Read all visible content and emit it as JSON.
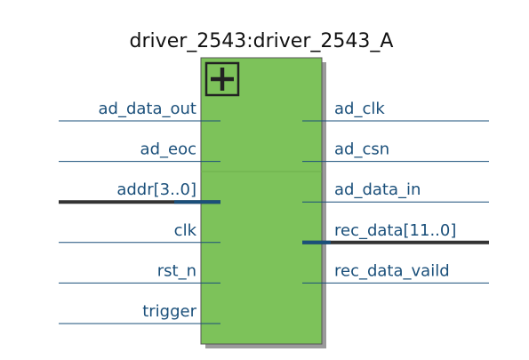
{
  "block": {
    "title": "driver_2543:driver_2543_A",
    "expand_symbol": "+",
    "fill_color": "#7dc25a",
    "shadow_color": "#9a9a9a"
  },
  "colors": {
    "wire": "#1a4f7a",
    "bus": "#333333",
    "label": "#1a4f7a"
  },
  "inputs": [
    {
      "name": "ad_data_out",
      "bus": false
    },
    {
      "name": "ad_eoc",
      "bus": false
    },
    {
      "name": "addr[3..0]",
      "bus": true
    },
    {
      "name": "clk",
      "bus": false
    },
    {
      "name": "rst_n",
      "bus": false
    },
    {
      "name": "trigger",
      "bus": false
    }
  ],
  "outputs": [
    {
      "name": "ad_clk",
      "bus": false
    },
    {
      "name": "ad_csn",
      "bus": false
    },
    {
      "name": "ad_data_in",
      "bus": false
    },
    {
      "name": "rec_data[11..0]",
      "bus": true
    },
    {
      "name": "rec_data_vaild",
      "bus": false
    }
  ]
}
